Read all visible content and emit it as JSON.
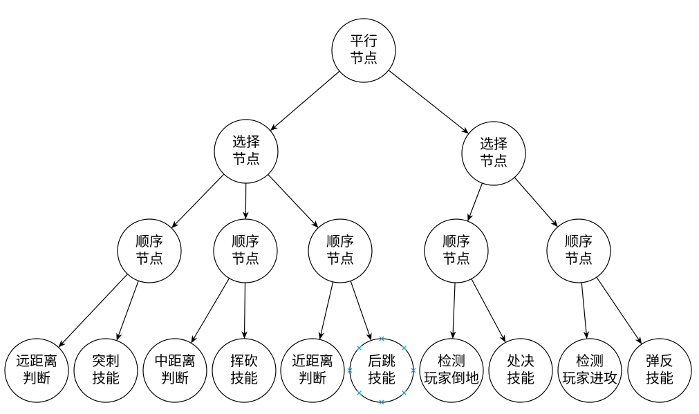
{
  "diagram": {
    "nodes": [
      {
        "id": "root",
        "lines": [
          "平行",
          "节点"
        ]
      },
      {
        "id": "sel1",
        "lines": [
          "选择",
          "节点"
        ]
      },
      {
        "id": "sel2",
        "lines": [
          "选择",
          "节点"
        ]
      },
      {
        "id": "seq1",
        "lines": [
          "顺序",
          "节点"
        ]
      },
      {
        "id": "seq2",
        "lines": [
          "顺序",
          "节点"
        ]
      },
      {
        "id": "seq3",
        "lines": [
          "顺序",
          "节点"
        ]
      },
      {
        "id": "seq4",
        "lines": [
          "顺序",
          "节点"
        ]
      },
      {
        "id": "seq5",
        "lines": [
          "顺序",
          "节点"
        ]
      },
      {
        "id": "leaf1",
        "lines": [
          "远距离",
          "判断"
        ]
      },
      {
        "id": "leaf2",
        "lines": [
          "突刺",
          "技能"
        ]
      },
      {
        "id": "leaf3",
        "lines": [
          "中距离",
          "判断"
        ]
      },
      {
        "id": "leaf4",
        "lines": [
          "挥砍",
          "技能"
        ]
      },
      {
        "id": "leaf5",
        "lines": [
          "近距离",
          "判断"
        ]
      },
      {
        "id": "leaf6",
        "lines": [
          "后跳",
          "技能"
        ],
        "selected": true
      },
      {
        "id": "leaf7",
        "lines": [
          "检测",
          "玩家倒地"
        ]
      },
      {
        "id": "leaf8",
        "lines": [
          "处决",
          "技能"
        ]
      },
      {
        "id": "leaf9",
        "lines": [
          "检测",
          "玩家进攻"
        ]
      },
      {
        "id": "leaf10",
        "lines": [
          "弹反",
          "技能"
        ]
      }
    ],
    "edges": [
      [
        "root",
        "sel1"
      ],
      [
        "root",
        "sel2"
      ],
      [
        "sel1",
        "seq1"
      ],
      [
        "sel1",
        "seq2"
      ],
      [
        "sel1",
        "seq3"
      ],
      [
        "sel2",
        "seq4"
      ],
      [
        "sel2",
        "seq5"
      ],
      [
        "seq1",
        "leaf1"
      ],
      [
        "seq1",
        "leaf2"
      ],
      [
        "seq2",
        "leaf3"
      ],
      [
        "seq2",
        "leaf4"
      ],
      [
        "seq3",
        "leaf5"
      ],
      [
        "seq3",
        "leaf6"
      ],
      [
        "seq4",
        "leaf7"
      ],
      [
        "seq4",
        "leaf8"
      ],
      [
        "seq5",
        "leaf9"
      ],
      [
        "seq5",
        "leaf10"
      ]
    ],
    "colors": {
      "stroke": "#000000",
      "fill": "#ffffff",
      "selection": "#29a3e6"
    }
  }
}
